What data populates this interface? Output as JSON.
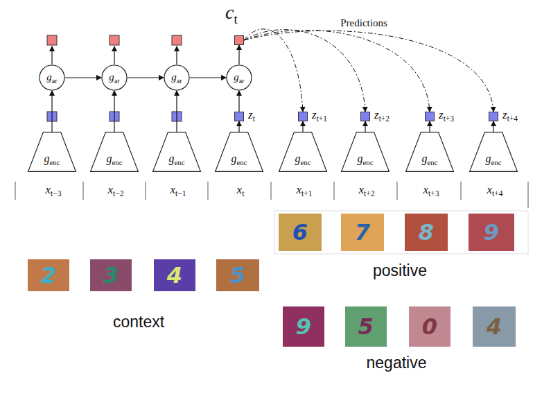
{
  "diagram": {
    "nodes": [
      {
        "text": [
          "g",
          "ar"
        ]
      },
      {
        "text": [
          "g",
          "ar"
        ]
      },
      {
        "text": [
          "g",
          "ar"
        ]
      },
      {
        "text": [
          "g",
          "ar"
        ]
      },
      {
        "text": [
          "c",
          "t"
        ]
      },
      {
        "text": [
          "z",
          "t"
        ]
      },
      {
        "text": [
          "z",
          "t+1"
        ]
      },
      {
        "text": [
          "z",
          "t+2"
        ]
      },
      {
        "text": [
          "z",
          "t+3"
        ]
      },
      {
        "text": [
          "z",
          "t+4"
        ]
      },
      {
        "text": [
          "g",
          "enc"
        ]
      },
      {
        "text": [
          "g",
          "enc"
        ]
      },
      {
        "text": [
          "g",
          "enc"
        ]
      },
      {
        "text": [
          "g",
          "enc"
        ]
      },
      {
        "text": [
          "g",
          "enc"
        ]
      },
      {
        "text": [
          "g",
          "enc"
        ]
      },
      {
        "text": [
          "g",
          "enc"
        ]
      },
      {
        "text": [
          "g",
          "enc"
        ]
      }
    ],
    "edges": [
      {
        "from": 10,
        "to": 0,
        "arrow": "to"
      },
      {
        "from": 11,
        "to": 1,
        "arrow": "to"
      },
      {
        "from": 12,
        "to": 2,
        "arrow": "to"
      },
      {
        "from": 13,
        "to": 5,
        "arrow": "to"
      },
      {
        "from": 5,
        "to": 3,
        "arrow": "to"
      },
      {
        "from": 0,
        "to": 1,
        "arrow": "to"
      },
      {
        "from": 1,
        "to": 2,
        "arrow": "to"
      },
      {
        "from": 2,
        "to": 3,
        "arrow": "to"
      },
      {
        "from": 3,
        "to": 4,
        "arrow": "to"
      },
      {
        "from": 14,
        "to": 6,
        "arrow": "to"
      },
      {
        "from": 15,
        "to": 7,
        "arrow": "to"
      },
      {
        "from": 16,
        "to": 8,
        "arrow": "to"
      },
      {
        "from": 17,
        "to": 9,
        "arrow": "to"
      },
      {
        "from": 4,
        "to": 6,
        "arrow": "to"
      },
      {
        "from": 4,
        "to": 7,
        "arrow": "to"
      },
      {
        "from": 4,
        "to": 8,
        "arrow": "to"
      },
      {
        "from": 4,
        "to": 9,
        "arrow": "to"
      }
    ],
    "labels": [
      "Predictions",
      "x",
      "t−3",
      "x",
      "t−2",
      "x",
      "t−1",
      "x",
      "t",
      "x",
      "t+1",
      "x",
      "t+2",
      "x",
      "t+3",
      "x",
      "t+4",
      "context",
      "positive",
      "negative",
      "2",
      "3",
      "4",
      "5",
      "6",
      "7",
      "8",
      "9",
      "9",
      "5",
      "0",
      "4"
    ]
  }
}
